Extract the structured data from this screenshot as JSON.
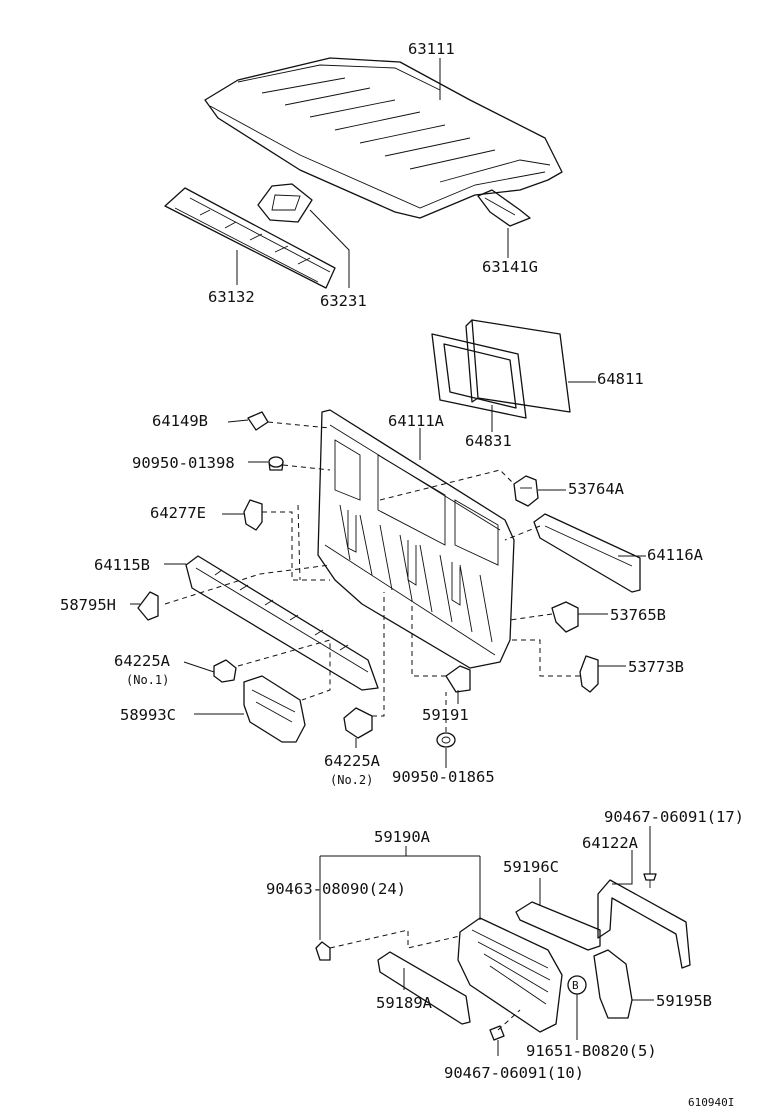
{
  "diagram_id": "610940I",
  "labels": {
    "p63111": "63111",
    "p63132": "63132",
    "p63231": "63231",
    "p63141g": "63141G",
    "p64811": "64811",
    "p64831": "64831",
    "p64149b": "64149B",
    "p64111a": "64111A",
    "p90950_01398": "90950-01398",
    "p53764a": "53764A",
    "p64277e": "64277E",
    "p64116a": "64116A",
    "p64115b": "64115B",
    "p58795h": "58795H",
    "p53765b": "53765B",
    "p64225a_1": "64225A",
    "p64225a_1_note": "(No.1)",
    "p53773b": "53773B",
    "p58993c": "58993C",
    "p59191": "59191",
    "p64225a_2": "64225A",
    "p64225a_2_note": "(No.2)",
    "p90950_01865": "90950-01865",
    "p90467_06091_17": "90467-06091(17)",
    "p59190a": "59190A",
    "p64122a": "64122A",
    "p90463_08090_24": "90463-08090(24)",
    "p59196c": "59196C",
    "p59189a": "59189A",
    "p59195b": "59195B",
    "p91651_b0820_5": "91651-B0820(5)",
    "p90467_06091_10": "90467-06091(10)",
    "callout_b": "B"
  }
}
